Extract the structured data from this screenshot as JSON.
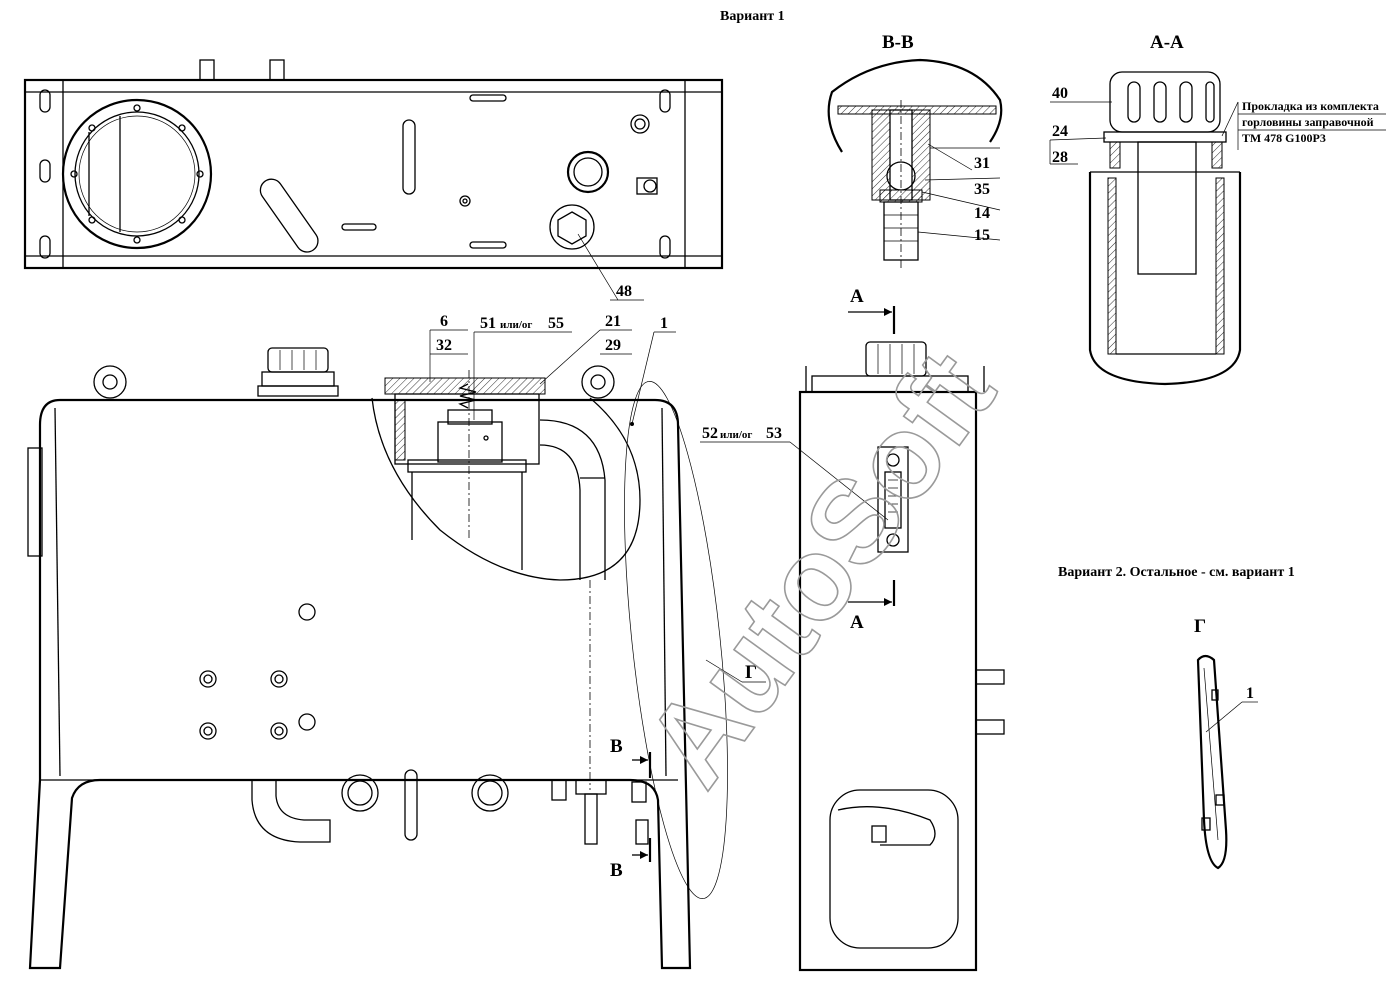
{
  "titles": {
    "variant1": "Вариант 1",
    "variant2": "Вариант 2. Остальное - см. вариант 1"
  },
  "sections": {
    "bb": "В-В",
    "aa": "А-А",
    "g": "Г",
    "a_mark": "А",
    "b_mark": "В"
  },
  "note_lines": [
    "Прокладка из комплекта",
    "горловины заправочной",
    "ТМ 478 G100Р3"
  ],
  "callouts": {
    "c48": "48",
    "c6": "6",
    "c32": "32",
    "c51": "51",
    "c55": "55",
    "or_text": "или/ог",
    "c21": "21",
    "c29": "29",
    "c1": "1",
    "c52": "52",
    "c53": "53",
    "c31": "31",
    "c35": "35",
    "c14": "14",
    "c15": "15",
    "c40": "40",
    "c24": "24",
    "c28": "28",
    "c1b": "1"
  },
  "watermark": "AutoSoft"
}
